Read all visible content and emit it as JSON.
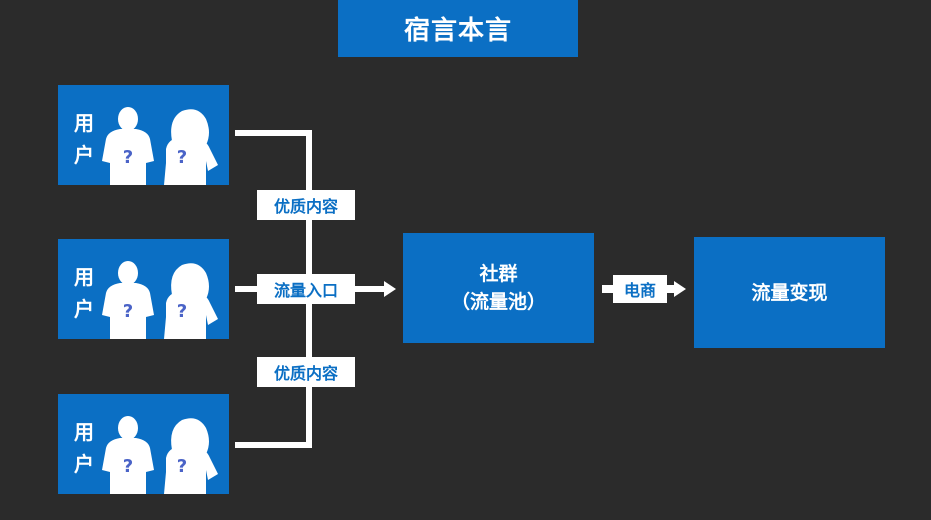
{
  "title": "宿言本言",
  "users": [
    {
      "label_chars": [
        "用",
        "户"
      ]
    },
    {
      "label_chars": [
        "用",
        "户"
      ]
    },
    {
      "label_chars": [
        "用",
        "户"
      ]
    }
  ],
  "connector_labels": {
    "top": "优质内容",
    "middle": "流量入口",
    "bottom": "优质内容",
    "ecommerce": "电商"
  },
  "community": {
    "line1": "社群",
    "line2": "（流量池）"
  },
  "monetize": "流量变现",
  "question_mark": "?",
  "colors": {
    "background": "#2b2b2b",
    "blue": "#0b6fc4",
    "white": "#ffffff",
    "question": "#4a63c7"
  }
}
